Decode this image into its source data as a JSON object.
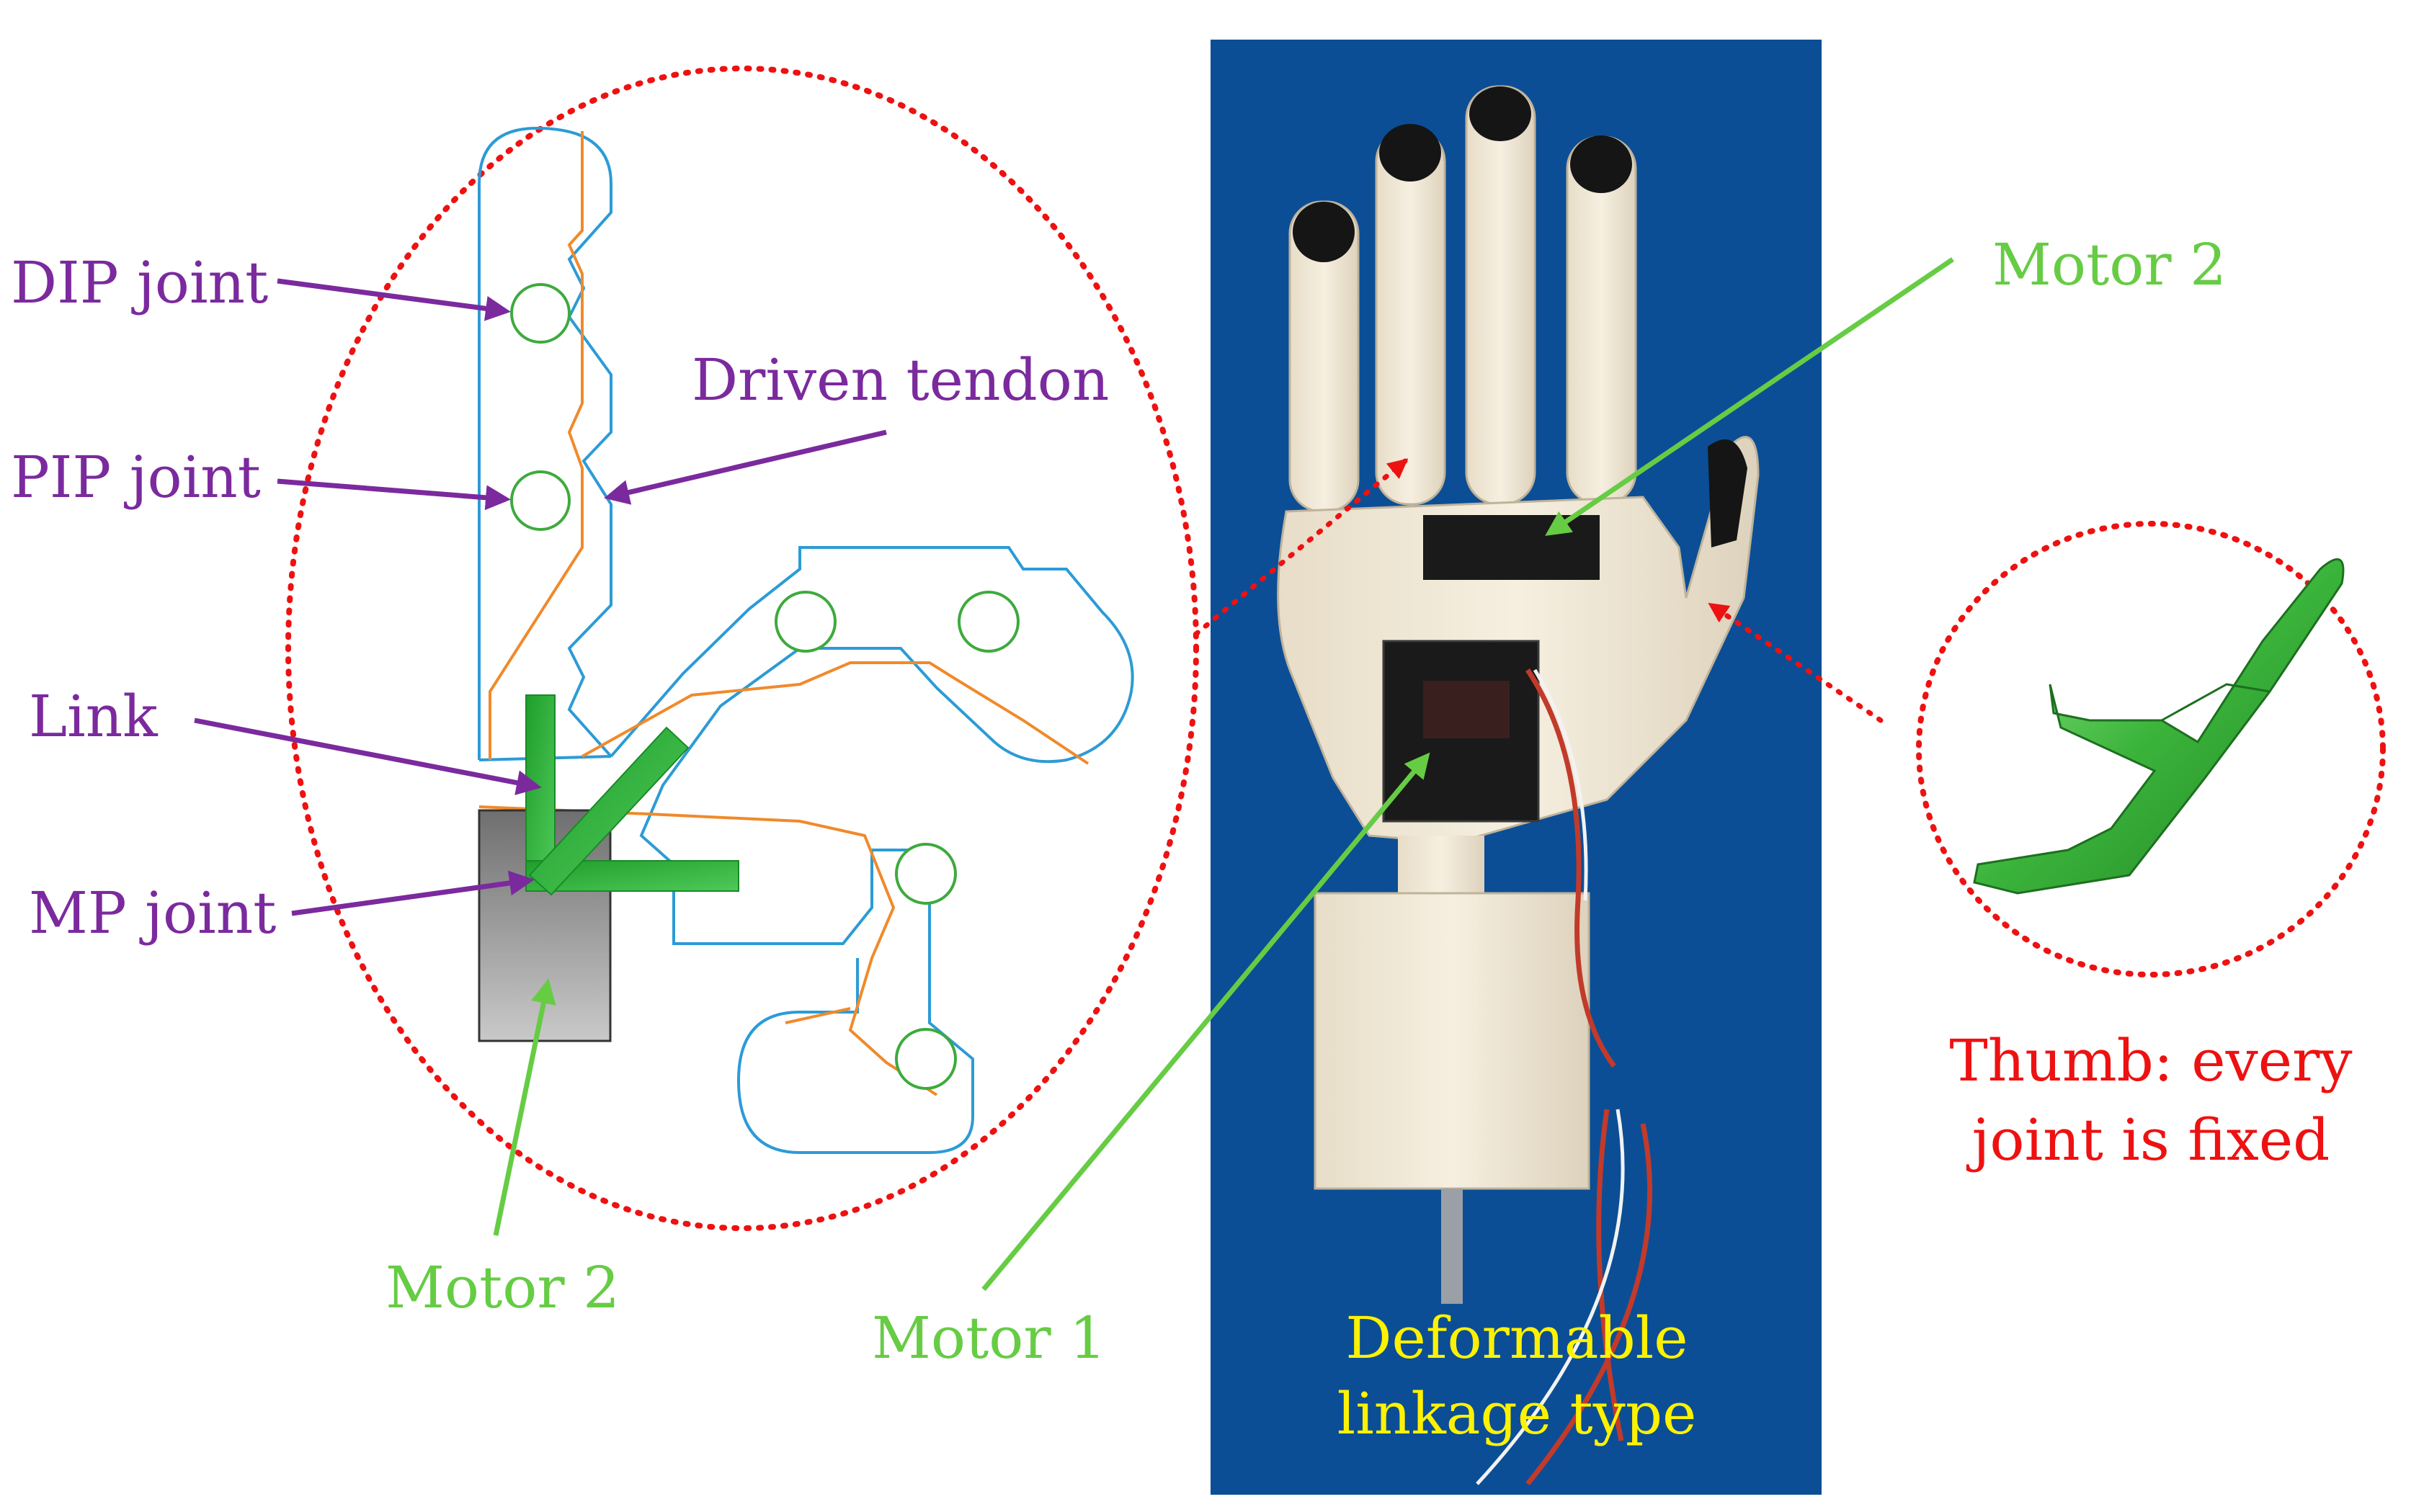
{
  "labels": {
    "dip": "DIP joint",
    "pip": "PIP joint",
    "link": "Link",
    "mp": "MP joint",
    "driven_tendon": "Driven tendon",
    "motor2_left": "Motor 2",
    "motor1": "Motor 1",
    "motor2_photo": "Motor 2",
    "deformable_line1": "Deformable",
    "deformable_line2": "linkage type",
    "thumb_line1": "Thumb: every",
    "thumb_line2": "joint is fixed"
  },
  "colors": {
    "purple": "#7B2A9E",
    "green": "#66CC44",
    "red": "#EE1111",
    "yellow": "#FFF200",
    "outline_blue": "#2C9BD6",
    "tendon_orange": "#F08A2B",
    "joint_green": "#3DAA3D",
    "photo_bg": "#0B4E96"
  },
  "icons": {
    "link_arrow": "green-arrow-icon",
    "motor_block": "motor-block-icon",
    "thumb_part": "thumb-part-icon"
  }
}
